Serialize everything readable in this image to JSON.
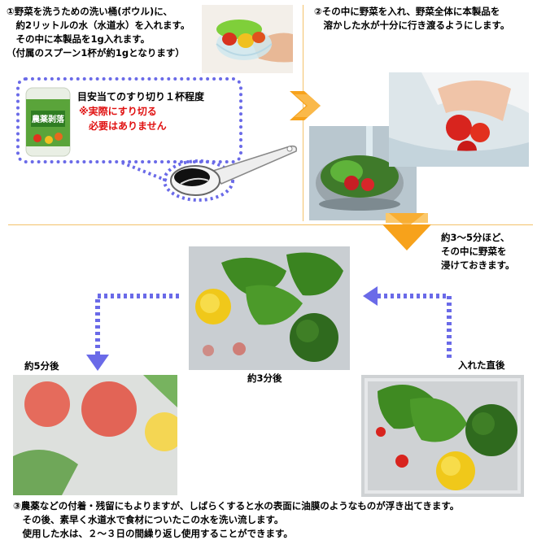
{
  "step1": {
    "lines": [
      "①野菜を洗うための洗い桶(ボウル)に、",
      "　約2リットルの水（水道水）を入れます。",
      "　その中に本製品を1g入れます。",
      "（付属のスプーン1杯が約1gとなります）"
    ]
  },
  "callout": {
    "line1": "目安当てのすり切り１杯程度",
    "line2": "※実際にすり切る",
    "line3": "必要はありません",
    "jar_label": "農薬剥落"
  },
  "step2": {
    "lines": [
      "②その中に野菜を入れ、野菜全体に本製品を",
      "　溶かした水が十分に行き渡るようにします。"
    ]
  },
  "soak": {
    "lines": [
      "約3～5分ほど、",
      "その中に野菜を",
      "浸けておきます。"
    ]
  },
  "labels": {
    "right": "入れた直後",
    "middle": "約3分後",
    "left": "約5分後"
  },
  "step3": {
    "lines": [
      "③農薬などの付着・残留にもよりますが、しばらくすると水の表面に油膜のようなものが浮き出てきます。",
      "　その後、素早く水道水で食材についたこの水を洗い流します。",
      "　使用した水は、２～３日の間繰り返し使用することができます。"
    ]
  },
  "colors": {
    "arrow_orange": "#f7a21b",
    "dotted_arrow": "#6a6ae8",
    "divider": "#f3c26b",
    "note_red": "#e01010"
  }
}
